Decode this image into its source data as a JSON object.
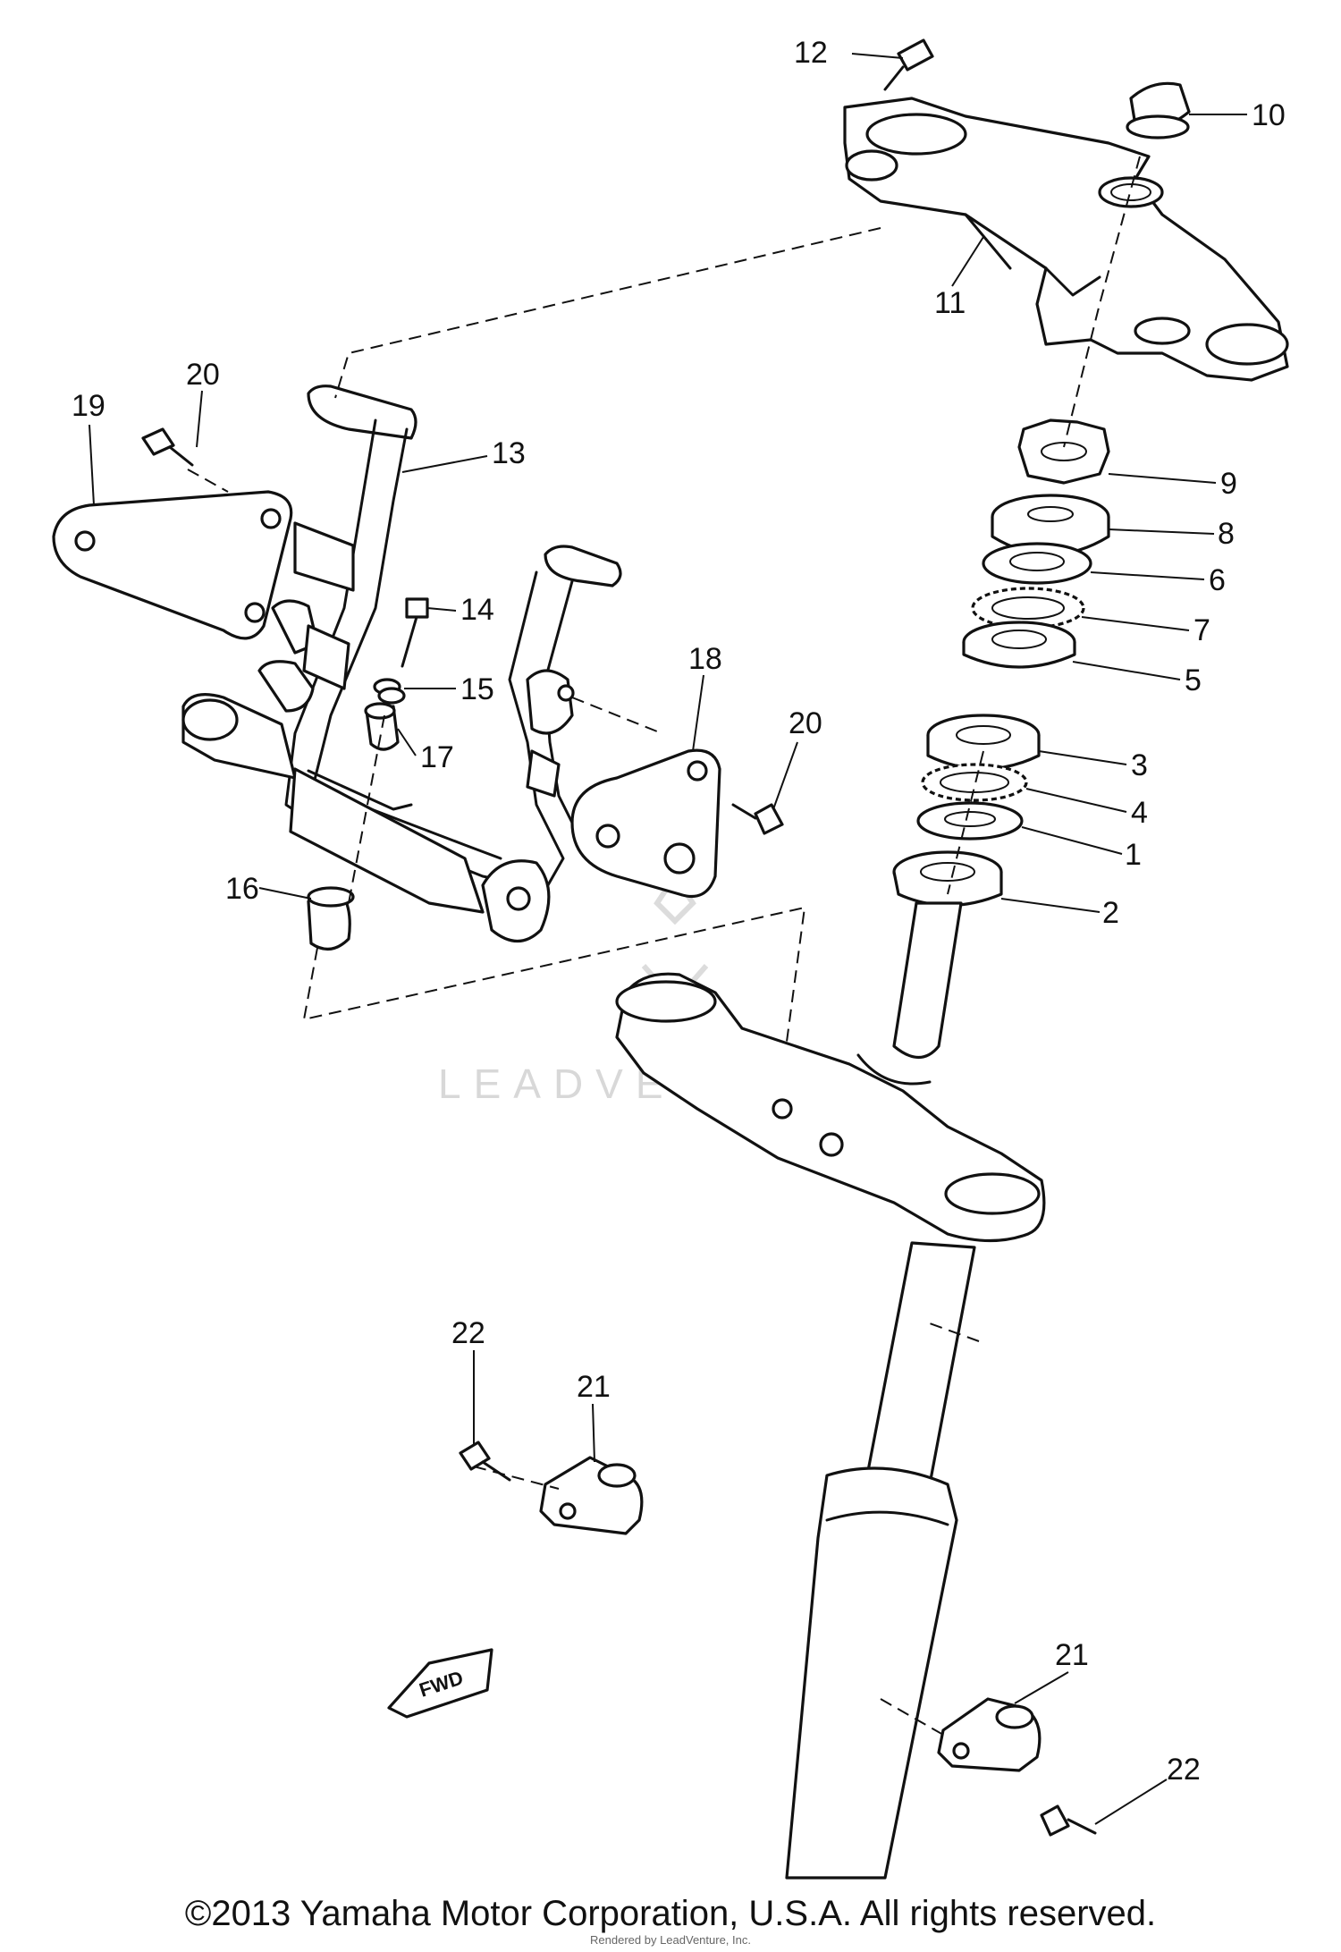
{
  "labels": {
    "p1": "1",
    "p2": "2",
    "p3": "3",
    "p4": "4",
    "p5": "5",
    "p6": "6",
    "p7": "7",
    "p8": "8",
    "p9": "9",
    "p10": "10",
    "p11": "11",
    "p12": "12",
    "p13": "13",
    "p14": "14",
    "p15": "15",
    "p16": "16",
    "p17": "17",
    "p18": "18",
    "p19": "19",
    "p20a": "20",
    "p20b": "20",
    "p21a": "21",
    "p21b": "21",
    "p22a": "22",
    "p22b": "22"
  },
  "fwd_mark": "FWD",
  "watermark": "LEADVENTURE",
  "footer": {
    "copyright": "©2013 Yamaha Motor Corporation, U.S.A. All rights reserved.",
    "rendered_by": "Rendered by LeadVenture, Inc."
  }
}
